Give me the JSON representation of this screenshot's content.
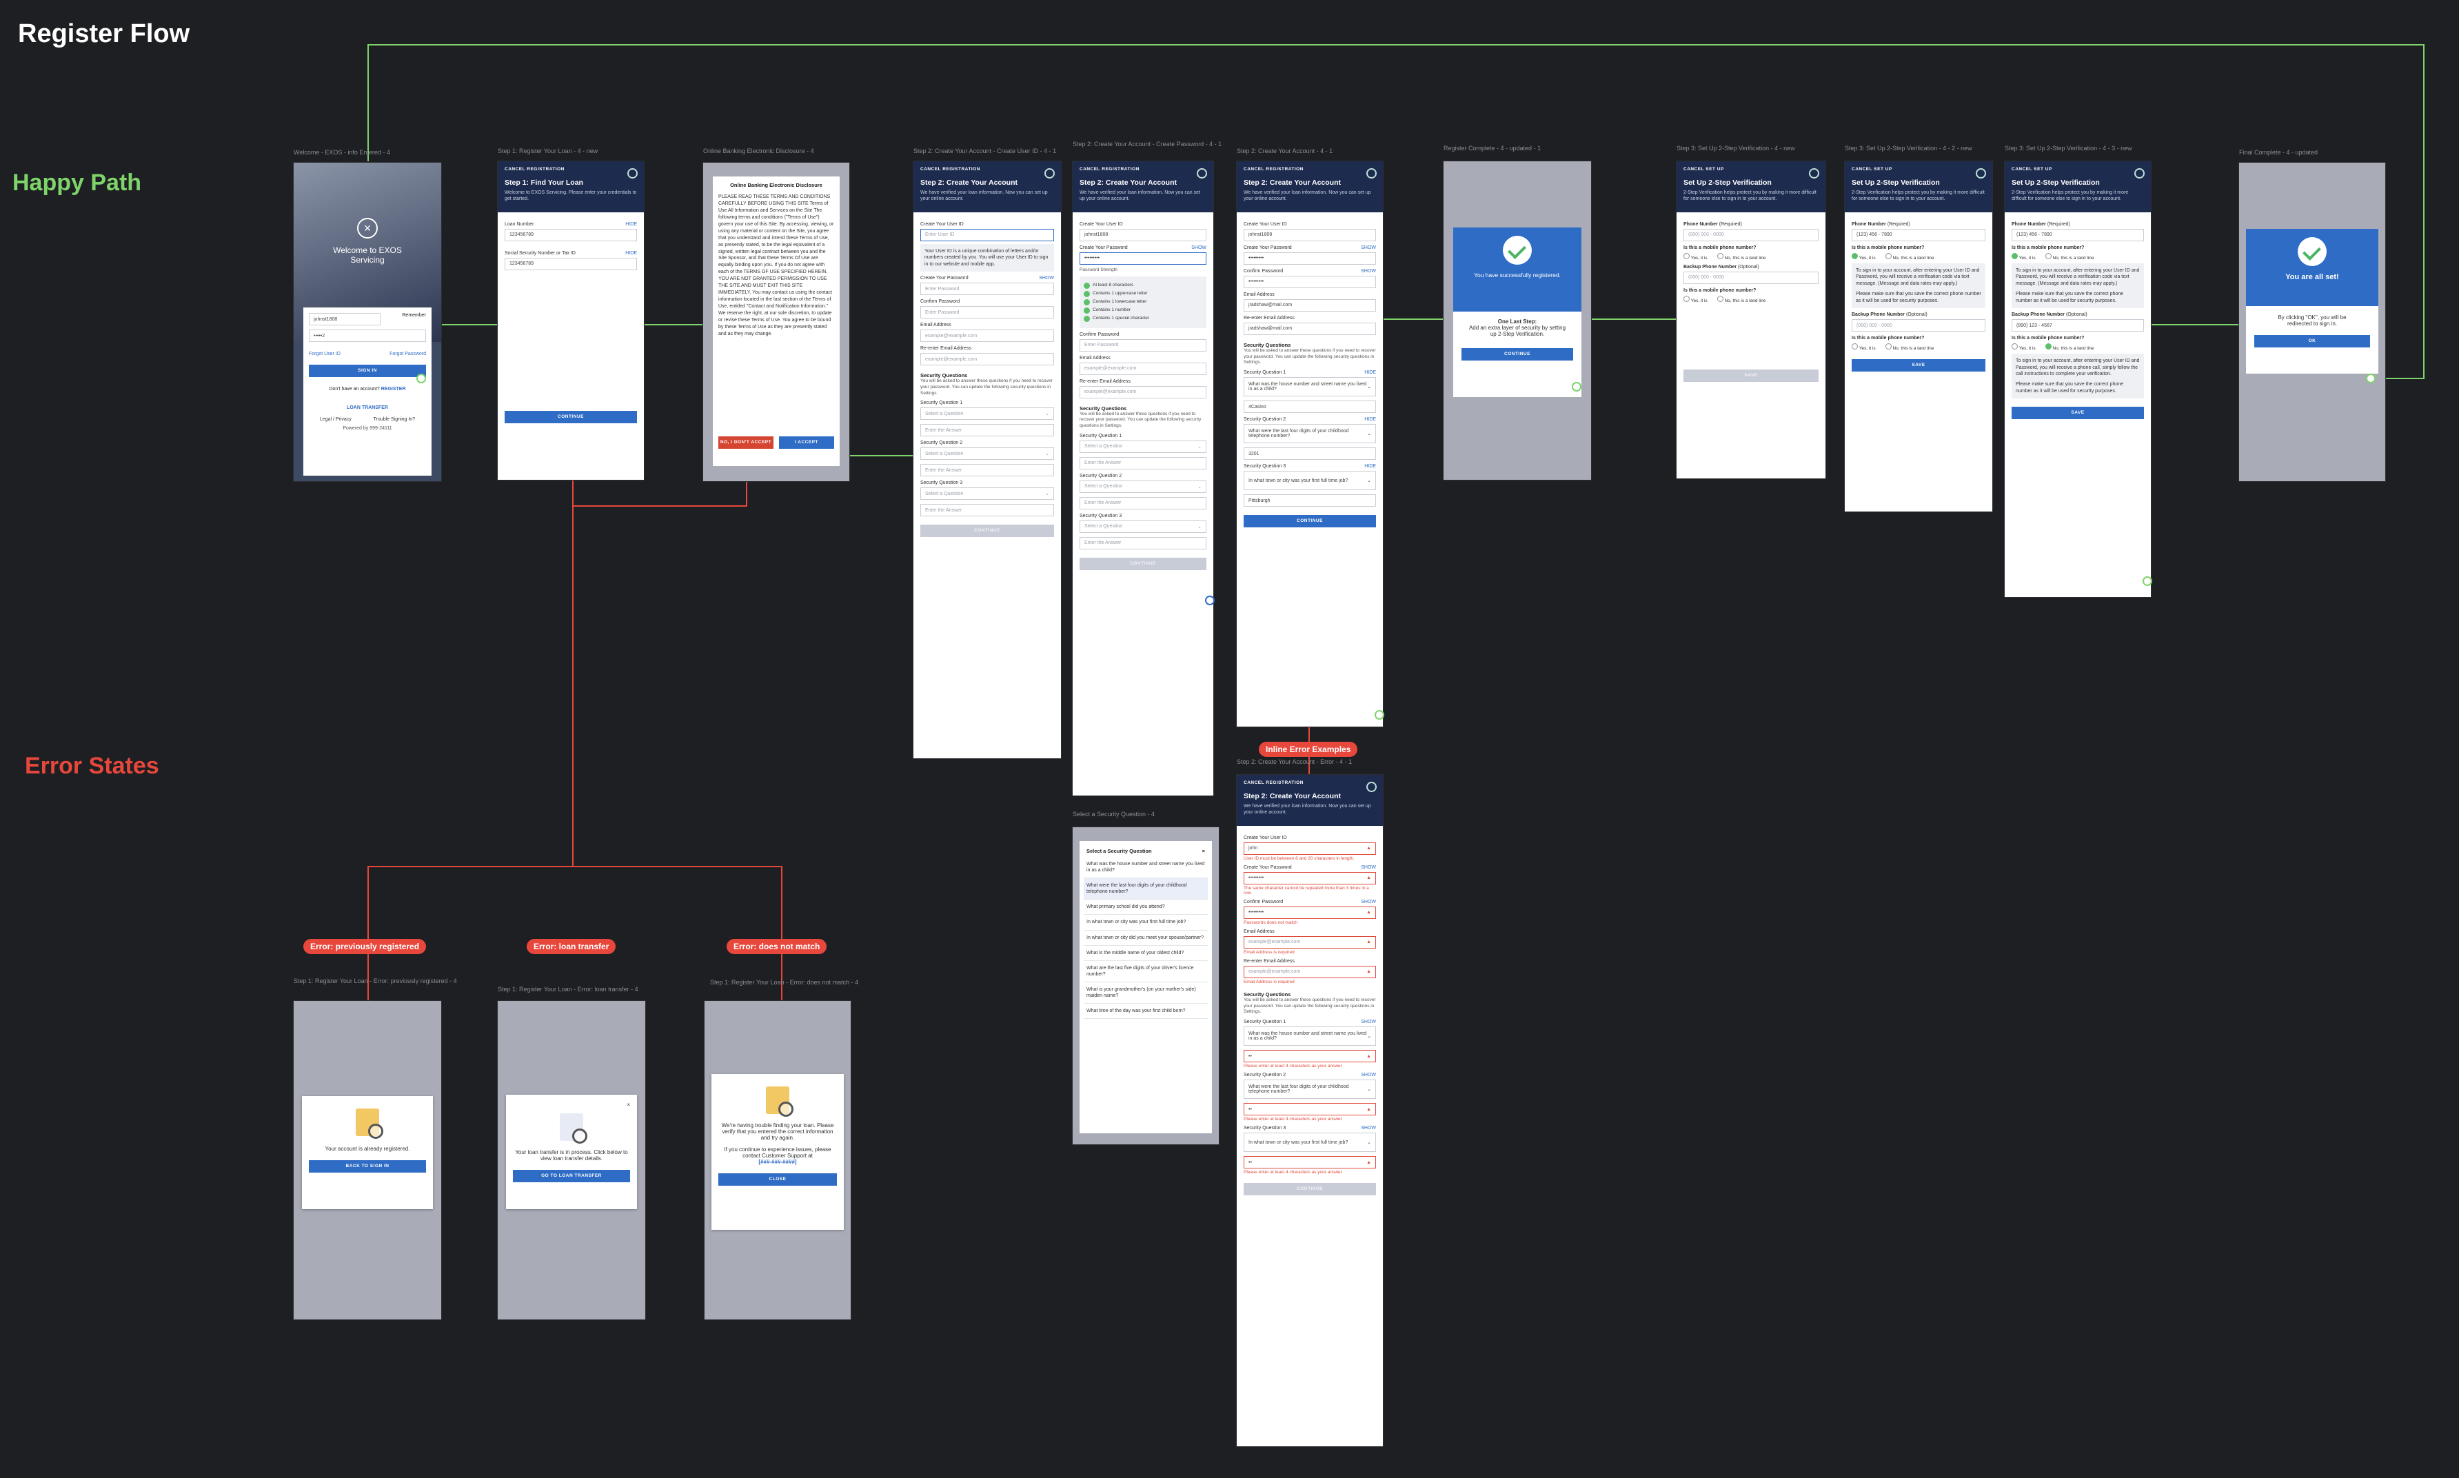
{
  "board": {
    "title": "Register Flow",
    "happy_path_label": "Happy Path",
    "error_states_label": "Error States"
  },
  "colors": {
    "background": "#1e1f22",
    "header_navy": "#1d2b4f",
    "accent_blue": "#2f6cc5",
    "happy_green": "#7ed36a",
    "error_red": "#e8473c"
  },
  "captions": {
    "welcome": "Welcome - EXOS - info Entered - 4",
    "step1": "Step 1: Register Your Loan - 4 - new",
    "disclosure": "Online Banking Electronic Disclosure - 4",
    "userid": "Step 2: Create Your Account - Create User ID - 4 - 1",
    "password": "Step 2: Create Your Account - Create Password - 4 - 1",
    "account_full": "Step 2: Create Your Account - 4 - 1",
    "complete": "Register Complete - 4 - updated - 1",
    "twostep1": "Step 3: Set Up 2-Step Verification - 4 - new",
    "twostep2": "Step 3: Set Up 2-Step Verification - 4 - 2 - new",
    "twostep3": "Step 3: Set Up 2-Step Verification - 4 - 3 - new",
    "final": "Final Complete - 4 - updated",
    "select_q": "Select a Security Question - 4",
    "inline_err": "Step 2: Create Your Account - Error - 4 - 1",
    "err1": "Step 1: Register Your Loan - Error: previously registered - 4",
    "err2": "Step 1: Register Your Loan - Error: loan transfer - 4",
    "err3": "Step 1: Register Your Loan - Error: does not match - 4"
  },
  "pills": {
    "inline": "Inline Error Examples",
    "prev": "Error: previously registered",
    "transfer": "Error: loan transfer",
    "nomatch": "Error: does not match"
  },
  "common": {
    "cancel_reg": "CANCEL REGISTRATION",
    "cancel_setup": "CANCEL SET UP",
    "continue": "CONTINUE",
    "save": "SAVE",
    "ok": "OK",
    "show": "SHOW",
    "hide": "HIDE"
  },
  "welcome": {
    "title": "Welcome to EXOS Servicing",
    "userid": "johnst1808",
    "remember": "Remember",
    "password": "•••••2",
    "forgot_id": "Forgot User ID",
    "forgot_pw": "Forgot Password",
    "sign_in": "SIGN IN",
    "no_account": "Don't have an account?",
    "register": "REGISTER",
    "loan_transfer": "LOAN TRANSFER",
    "legal": "Legal / Privacy",
    "trouble": "Trouble Signing In?",
    "powered": "Powered by",
    "phone": "999-24111"
  },
  "step1": {
    "title": "Step 1: Find Your Loan",
    "desc": "Welcome to EXOS Servicing. Please enter your credentials to get started.",
    "loan_label": "Loan Number",
    "loan_value": "123456789",
    "ssn_label": "Social Security Number or Tax ID",
    "ssn_value": "123456789",
    "hint": "HIDE"
  },
  "disclosure": {
    "title": "Online Banking Electronic Disclosure",
    "text": "PLEASE READ THESE TERMS AND CONDITIONS CAREFULLY BEFORE USING THIS SITE Terms of Use All Information and Services on the Site The following terms and conditions (\"Terms of Use\") govern your use of this Site. By accessing, viewing, or using any material or content on the Site, you agree that you understand and intend these Terms of Use, as presently stated, to be the legal equivalent of a signed, written legal contract between you and the Site Sponsor, and that these Terms Of Use are equally binding upon you. If you do not agree with each of the TERMS OF USE SPECIFIED HEREIN, YOU ARE NOT GRANTED PERMISSION TO USE THE SITE AND MUST EXIT THIS SITE IMMEDIATELY. You may contact us using the contact information located in the last section of the Terms of Use, entitled \"Contact and Notification Information.\" We reserve the right, at our sole discretion, to update or revise these Terms of Use. You agree to be bound by these Terms of Use as they are presently stated and as they may change.",
    "decline": "NO, I DON'T ACCEPT",
    "accept": "I ACCEPT"
  },
  "account": {
    "title": "Step 2: Create Your Account",
    "desc": "We have verified your loan information. Now you can set up your online account.",
    "userid_label": "Create Your User ID",
    "userid_ph": "Enter User ID",
    "userid_value": "johnst1808",
    "userid_note": "Your User ID is a unique combination of letters and/or numbers created by you. You will use your User ID to sign in to our website and mobile app.",
    "pw_label": "Create Your Password",
    "pw_ph": "Enter Password",
    "pw_value": "•••••••••",
    "pw_strength": "Password Strength",
    "rules": [
      "At least 8 characters",
      "Contains 1 uppercase letter",
      "Contains 1 lowercase letter",
      "Contains 1 number",
      "Contains 1 special character"
    ],
    "confirm_label": "Confirm Password",
    "email_label": "Email Address",
    "email_ph": "example@example.com",
    "email_value": "jradshaw@mail.com",
    "reemail_label": "Re-enter Email Address",
    "sq_heading": "Security Questions",
    "sq_desc": "You will be asked to answer these questions if you need to recover your password. You can update the following security questions in Settings.",
    "q1": "Security Question 1",
    "q2": "Security Question 2",
    "q3": "Security Question 3",
    "select_ph": "Select a Question",
    "answer_ph": "Enter the Answer",
    "q1_value": "What was the house number and street name you lived in as a child?",
    "a1_value": "4Casino",
    "q2_value": "What were the last four digits of your childhood telephone number?",
    "a2_value": "3201",
    "q3_value": "In what town or city was your first full time job?",
    "a3_value": "Pittsburgh"
  },
  "inline_errors": {
    "userid_value": "john",
    "userid_err": "User ID must be between 8 and 20 characters in length.",
    "pw_err": "The same character cannot be repeated more than 3 times in a row.",
    "confirm_err": "Passwords does not match",
    "email_err": "Email Address is required",
    "reemail_err": "Email Address is required",
    "answer_value": "••",
    "answer_err": "Please enter at least 4 characters as your answer"
  },
  "complete": {
    "success": "You have successfully registered.",
    "last_step": "One Last Step:",
    "last_desc": "Add an extra layer of security by setting up 2-Step Verification."
  },
  "twostep": {
    "title": "Set Up 2-Step Verification",
    "desc": "2-Step Verification helps protect you by making it more difficult for someone else to sign in to your account.",
    "phone_label": "Phone Number",
    "required": "(Required)",
    "optional": "(Optional)",
    "phone_ph": "(000) 000 - 0000",
    "phone_value": "(123) 456 - 7890",
    "mobile_q": "Is this a mobile phone number?",
    "yes": "Yes, it is",
    "no": "No, this is a land line",
    "backup_label": "Backup Phone Number",
    "backup_value": "(890) 123 - 4567",
    "mobile_note": "To sign in to your account, after entering your User ID and Password, you will receive a verification code via text message. (Message and data rates may apply.)",
    "landline_note": "To sign in to your account, after entering your User ID and Password, you will receive a phone call, simply follow the call instructions to complete your verification.",
    "save_note": "Please make sure that you save the correct phone number as it will be used for security purposes."
  },
  "final": {
    "title": "You are all set!",
    "desc": "By clicking \"OK\", you will be redirected to sign in."
  },
  "select_question": {
    "title": "Select a Security Question",
    "options": [
      "What was the house number and street name you lived in as a child?",
      "What were the last four digits of your childhood telephone number?",
      "What primary school did you attend?",
      "In what town or city was your first full time job?",
      "In what town or city did you meet your spouse/partner?",
      "What is the middle name of your oldest child?",
      "What are the last five digits of your driver's licence number?",
      "What is your grandmother's (on your mother's side) maiden name?",
      "What time of the day was your first child born?"
    ]
  },
  "error_modals": {
    "prev_text": "Your account is already registered.",
    "prev_btn": "BACK TO SIGN IN",
    "transfer_text": "Your loan transfer is in process. Click below to view loan transfer details.",
    "transfer_btn": "GO TO LOAN TRANSFER",
    "nomatch_text": "We're having trouble finding your loan. Please verify that you entered the correct information and try again.",
    "nomatch_text2": "If you continue to experience issues, please contact Customer Support at",
    "nomatch_phone": "[###-###-####]",
    "nomatch_btn": "CLOSE"
  }
}
